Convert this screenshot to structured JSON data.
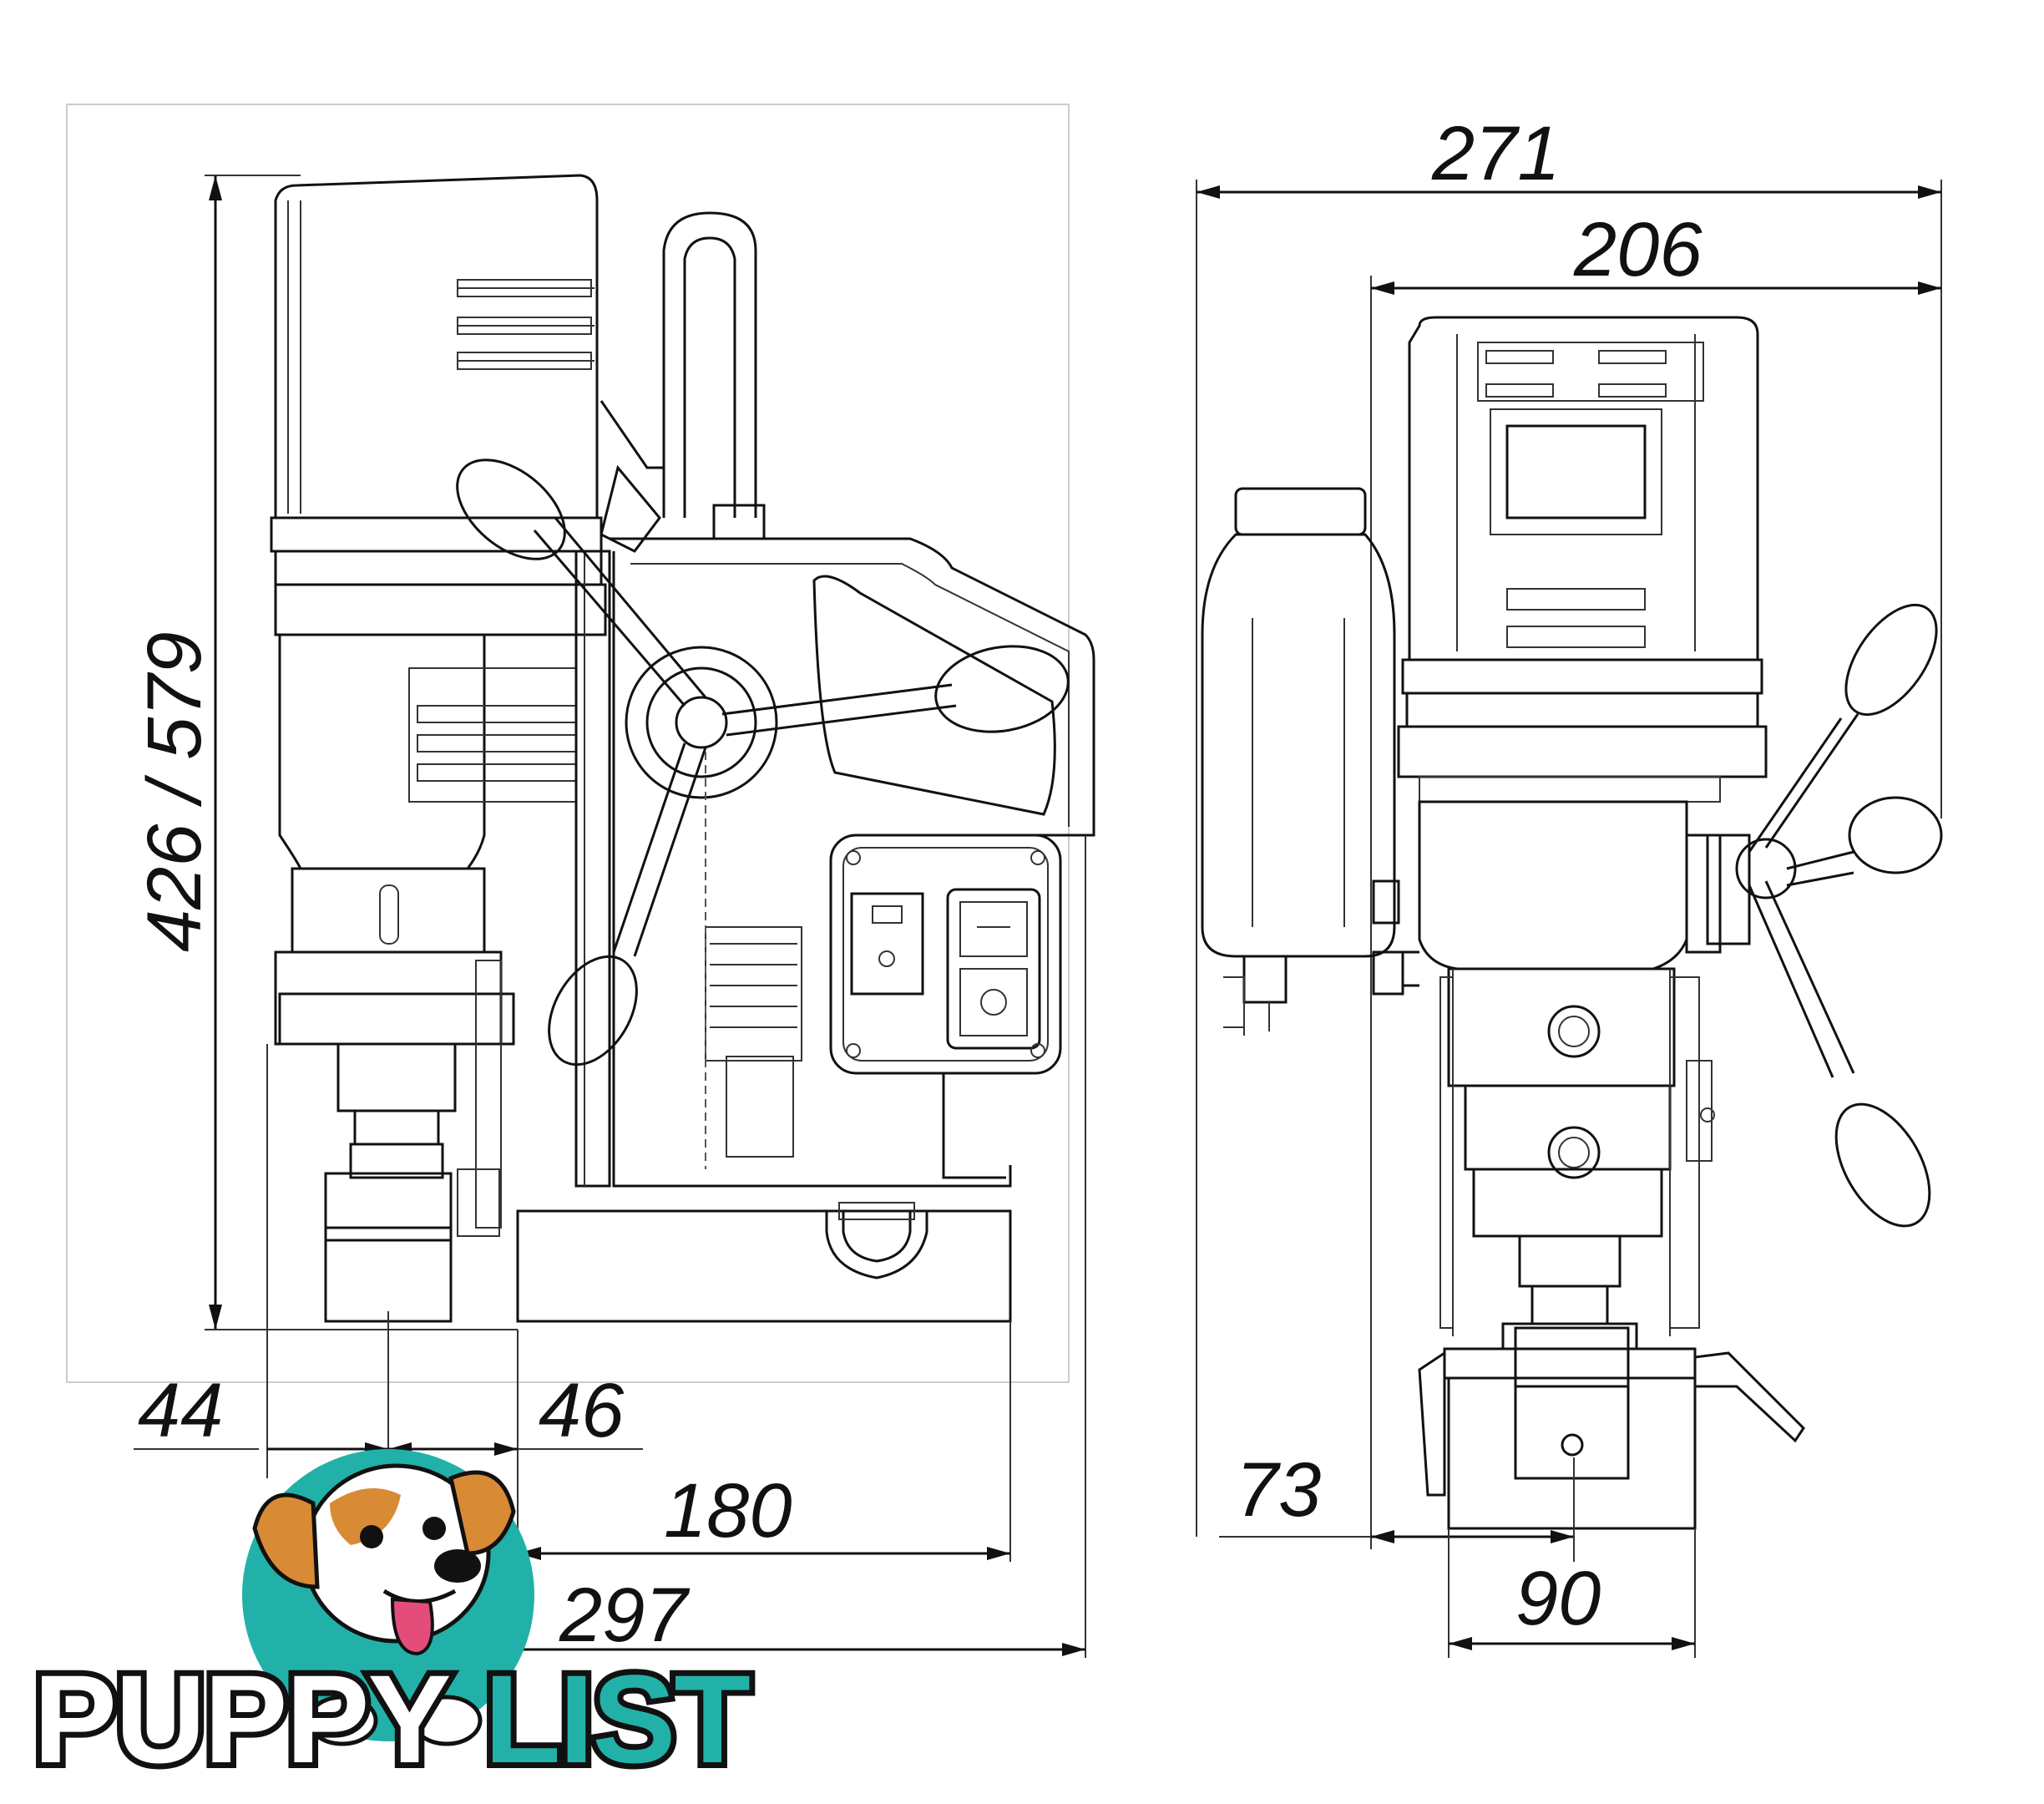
{
  "dimensions": {
    "height": "426 / 579",
    "width_top": "271",
    "width_motor": "206",
    "left_offset": "44",
    "spindle_to_base": "46",
    "base_length": "180",
    "total_length": "297",
    "side_offset": "73",
    "base_width": "90"
  },
  "logo": {
    "part1": "PUPPY",
    "part2": "LIST"
  },
  "colors": {
    "line": "#111111",
    "logo_dark": "#111111",
    "logo_teal": "#22b1a8"
  }
}
